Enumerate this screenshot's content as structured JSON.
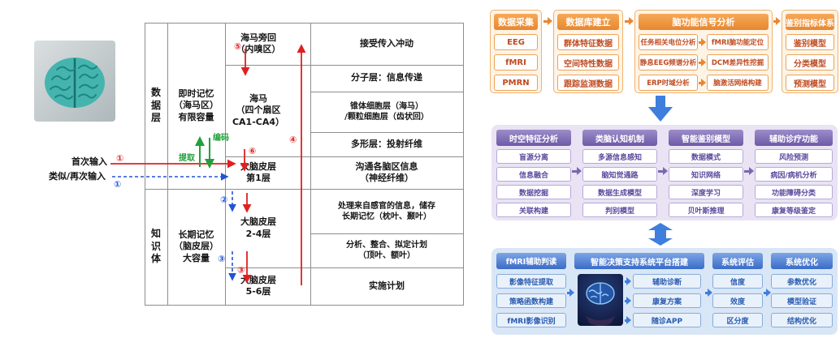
{
  "accent_colors": {
    "orange": "#E8872F",
    "purple": "#7B68AE",
    "blue": "#3E7EDC",
    "red_arrow": "#E02020",
    "green_arrow": "#22A03C",
    "blue_dashed": "#2153D4"
  },
  "icons": {
    "left_brain": "brain-top-view-photo",
    "platform_brain": "digital-brain-image"
  },
  "left_diagram": {
    "inputs": {
      "first": "首次输入",
      "repeat": "类似/再次输入"
    },
    "layer_labels": {
      "data": "数\n据\n层",
      "knowledge": "知\n识\n体"
    },
    "memory": {
      "instant": "即时记忆\n（海马区）\n有限容量",
      "longterm": "长期记忆\n（脑皮层）\n大容量"
    },
    "regions": {
      "parahippocampal": "海马旁回\n（内嗅区）",
      "hippocampus": "海马\n（四个扇区\nCA1-CA4）",
      "cortex_l1": "大脑皮层\n第1层",
      "cortex_l24": "大脑皮层\n2-4层",
      "cortex_l56": "大脑皮层\n5-6层"
    },
    "functions": [
      "接受传入冲动",
      "分子层：信息传递",
      "锥体细胞层（海马）\n/颗粒细胞层（齿状回）",
      "多形层：投射纤维",
      "沟通各脑区信息\n（神经纤维）",
      "处理来自感官的信息，储存\n长期记忆（枕叶、颞叶）",
      "分析、整合、拟定计划\n（顶叶、额叶）",
      "实施计划"
    ],
    "flow_labels": {
      "encode": "编码",
      "retrieve": "提取"
    },
    "steps": {
      "s1": "①",
      "s2": "②",
      "s3": "③",
      "s4": "④",
      "s5": "⑤",
      "s6": "⑥"
    }
  },
  "flowchart": {
    "top": {
      "groups": [
        {
          "title": "数据采集",
          "items": [
            "EEG",
            "fMRI",
            "PMRN"
          ]
        },
        {
          "title": "数据库建立",
          "items": [
            "群体特征数据",
            "空间特性数据",
            "跟踪监测数据"
          ]
        },
        {
          "title": "脑功能信号分析",
          "left_items": [
            "任务相关电位分析",
            "静息EEG频谱分析",
            "ERP时域分析"
          ],
          "right_items": [
            "fMRI脑功能定位",
            "DCM差异性挖掘",
            "脑激活网络构建"
          ]
        },
        {
          "title": "鉴别指标体系",
          "items": [
            "鉴别模型",
            "分类模型",
            "预测模型"
          ]
        }
      ]
    },
    "middle": {
      "groups": [
        {
          "title": "时空特征分析",
          "items": [
            "盲源分离",
            "信息融合",
            "数据挖掘",
            "关联构建"
          ]
        },
        {
          "title": "类脑认知机制",
          "items": [
            "多源信息感知",
            "脑知觉通路",
            "数据生成模型",
            "判别模型"
          ]
        },
        {
          "title": "智能鉴别模型",
          "items": [
            "数据模式",
            "知识网络",
            "深度学习",
            "贝叶斯推理"
          ]
        },
        {
          "title": "辅助诊疗功能",
          "items": [
            "风险预测",
            "病因/病机分析",
            "功能障碍分类",
            "康复等级鉴定"
          ]
        }
      ]
    },
    "bottom": {
      "groups": [
        {
          "title": "fMRI辅助判读",
          "items": [
            "影像特征提取",
            "策略函数构建",
            "fMRI影像识别"
          ]
        },
        {
          "title": "智能决策支持系统平台搭建",
          "items": [
            "辅助诊断",
            "康复方案",
            "随诊APP"
          ]
        },
        {
          "title": "系统评估",
          "items": [
            "信度",
            "效度",
            "区分度"
          ]
        },
        {
          "title": "系统优化",
          "items": [
            "参数优化",
            "模型验证",
            "结构优化"
          ]
        }
      ]
    }
  }
}
